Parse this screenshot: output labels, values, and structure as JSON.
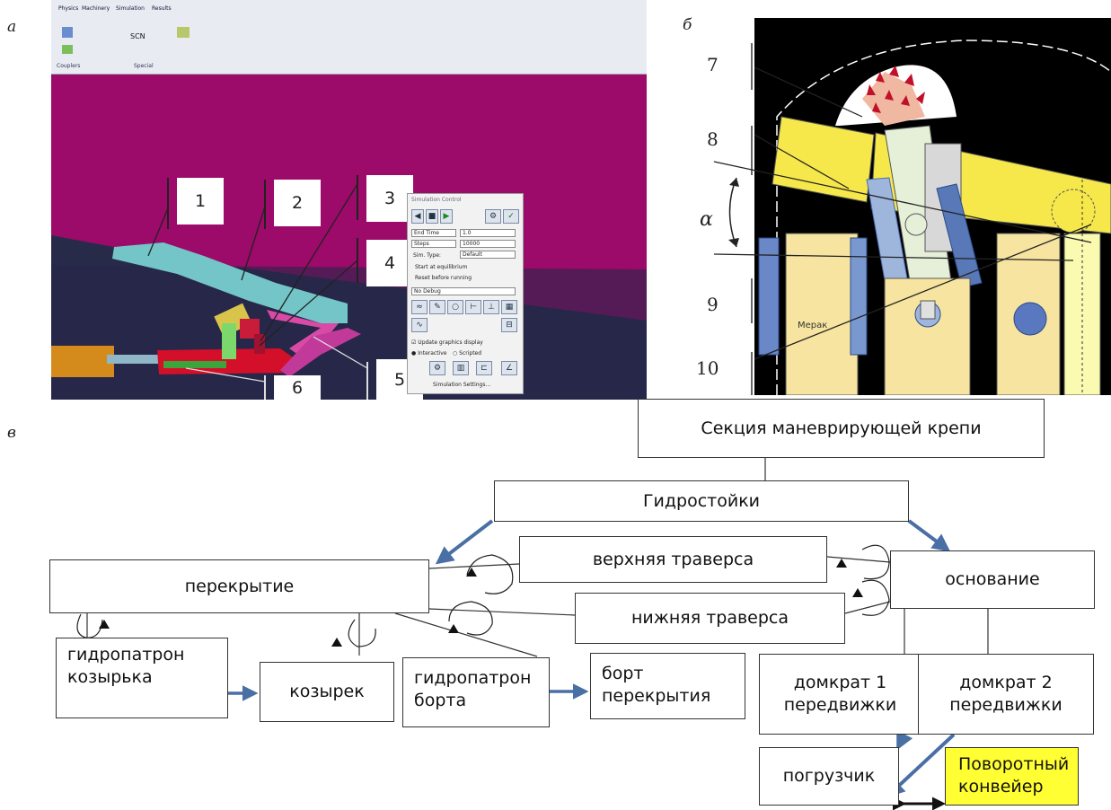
{
  "panels": {
    "a": "а",
    "b": "б",
    "v": "в"
  },
  "panel_a": {
    "ribbon": {
      "tabs": [
        "Physics",
        "Machinery",
        "Simulation",
        "Results"
      ],
      "groups": [
        "Couplers",
        "Special"
      ],
      "icon_text": "SCN"
    },
    "labels": {
      "l1": "1",
      "l2": "2",
      "l3": "3",
      "l4": "4",
      "l5": "5",
      "l6": "6"
    },
    "sim": {
      "title": "Simulation Control",
      "end_time_label": "End Time",
      "end_time_value": "1.0",
      "steps_label": "Steps",
      "steps_value": "10000",
      "sim_type_label": "Sim. Type:",
      "sim_type_value": "Default",
      "start_equilibrium": "Start at equilibrium",
      "reset_before": "Reset before running",
      "debug_value": "No Debug",
      "update_graphics": "Update graphics display",
      "interactive": "Interactive",
      "scripted": "Scripted",
      "settings_button": "Simulation Settings..."
    },
    "colors": {
      "background": "#9c0a6a",
      "ground": "#282a4a"
    }
  },
  "panel_b": {
    "labels": {
      "l7": "7",
      "l8": "8",
      "alpha": "α",
      "l9": "9",
      "l10": "10"
    },
    "inner_text": "Мерак"
  },
  "panel_v": {
    "nodes": {
      "section": "Секция маневрирующей крепи",
      "hydrostoyki": "Гидростойки",
      "upper_traverse": "верхняя траверса",
      "overlap": "перекрытие",
      "base": "основание",
      "lower_traverse": "нижняя траверса",
      "hydro_visor_l1": "гидропатрон",
      "hydro_visor_l2": "козырька",
      "visor": "козырек",
      "hydro_side_l1": "гидропатрон",
      "hydro_side_l2": "борта",
      "side_l1": "борт",
      "side_l2": "перекрытия",
      "jack1_l1": "домкрат 1",
      "jack1_l2": "передвижки",
      "jack2_l1": "домкрат 2",
      "jack2_l2": "передвижки",
      "loader": "погрузчик",
      "conveyor_l1": "Поворотный",
      "conveyor_l2": "конвейер"
    },
    "colors": {
      "arrow": "#4a6fa5",
      "conveyor": "#ffff33"
    }
  }
}
